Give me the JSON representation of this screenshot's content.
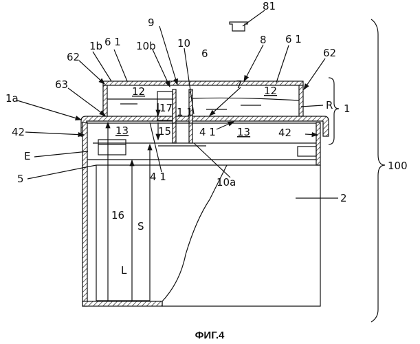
{
  "figure": {
    "caption": "ФИГ.4",
    "labels": {
      "l81": "81",
      "l9": "9",
      "l8": "8",
      "l1b": "1b",
      "l61a": "6 1",
      "l61b": "6 1",
      "l10b": "10b",
      "l10": "10",
      "l6": "6",
      "l62a": "62",
      "l62b": "62",
      "l12a": "12",
      "l12b": "12",
      "l1a": "1a",
      "l63": "63",
      "l17": "17",
      "l11": "1 1",
      "l7": "7",
      "lR": "R",
      "l1": "1",
      "l42a": "42",
      "l42b": "42",
      "l13a": "13",
      "l13b": "13",
      "l15": "15",
      "l41a": "4 1",
      "l41b": "4 1",
      "lE": "E",
      "l5": "5",
      "l10a": "10a",
      "l100": "100",
      "l16": "16",
      "lS": "S",
      "l2": "2",
      "lL": "L"
    }
  }
}
